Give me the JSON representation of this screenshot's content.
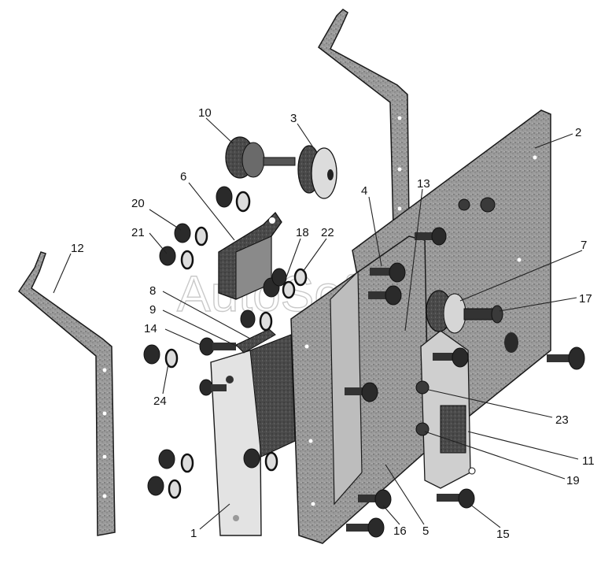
{
  "watermark": "AutoSoft",
  "colors": {
    "metal_fill": "#8c8c8c",
    "metal_dark": "#3a3a3a",
    "outline": "#1a1a1a",
    "light_face": "#d9d9d9",
    "text": "#111111"
  },
  "callouts": [
    {
      "id": "c1",
      "label": "1"
    },
    {
      "id": "c2",
      "label": "2"
    },
    {
      "id": "c3",
      "label": "3"
    },
    {
      "id": "c4",
      "label": "4"
    },
    {
      "id": "c5",
      "label": "5"
    },
    {
      "id": "c6",
      "label": "6"
    },
    {
      "id": "c7",
      "label": "7"
    },
    {
      "id": "c8",
      "label": "8"
    },
    {
      "id": "c9",
      "label": "9"
    },
    {
      "id": "c10",
      "label": "10"
    },
    {
      "id": "c11",
      "label": "11"
    },
    {
      "id": "c12",
      "label": "12"
    },
    {
      "id": "c13",
      "label": "13"
    },
    {
      "id": "c14",
      "label": "14"
    },
    {
      "id": "c15",
      "label": "15"
    },
    {
      "id": "c16",
      "label": "16"
    },
    {
      "id": "c17",
      "label": "17"
    },
    {
      "id": "c18",
      "label": "18"
    },
    {
      "id": "c19",
      "label": "19"
    },
    {
      "id": "c20",
      "label": "20"
    },
    {
      "id": "c21",
      "label": "21"
    },
    {
      "id": "c22",
      "label": "22"
    },
    {
      "id": "c23",
      "label": "23"
    },
    {
      "id": "c24",
      "label": "24"
    }
  ]
}
